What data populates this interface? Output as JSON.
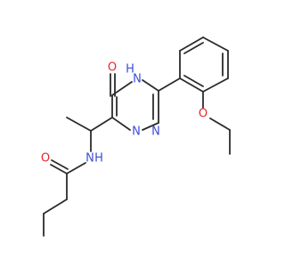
{
  "molecule": {
    "atoms": {
      "o_ketone": {
        "text": "O",
        "color": "#e8262b"
      },
      "n4": {
        "text": "N",
        "color": "#3a4fd8"
      },
      "n4_h": {
        "text": "H",
        "color": "#3a4fd8"
      },
      "n2": {
        "text": "N",
        "color": "#3a4fd8"
      },
      "n1": {
        "text": "N",
        "color": "#3a4fd8"
      },
      "nh_amide": {
        "text": "N",
        "color": "#3a4fd8"
      },
      "nh_amide_h": {
        "text": "H",
        "color": "#3a4fd8"
      },
      "o_amide": {
        "text": "O",
        "color": "#e8262b"
      },
      "o_ether": {
        "text": "O",
        "color": "#e8262b"
      }
    },
    "bond_color": "#2b2b2b"
  }
}
